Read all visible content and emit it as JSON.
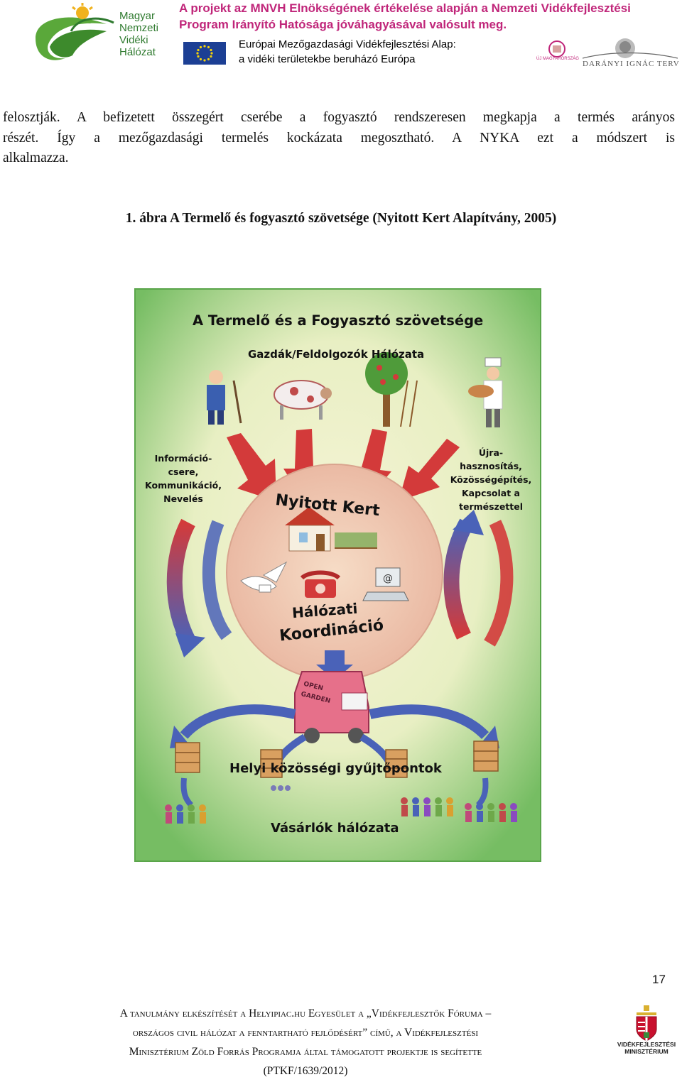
{
  "header": {
    "logo_text": [
      "Magyar",
      "Nemzeti",
      "Vidéki",
      "Hálózat"
    ],
    "project_line_1": "A projekt az MNVH Elnökségének értékelése alapján a Nemzeti Vidékfejlesztési",
    "project_line_2": "Program Irányító Hatósága jóváhagyásával valósult meg.",
    "eu_line_1": "Európai Mezőgazdasági Vidékfejlesztési Alap:",
    "eu_line_2": "a vidéki területekbe beruházó Európa",
    "uj_magyarorszag": "ÚJ MAGYARORSZÁG",
    "daranyi": "DARÁNYI IGNÁC TERV"
  },
  "body": {
    "lines": [
      "felosztják. A befizetett összegért cserébe a fogyasztó rendszeresen megkapja a termés arányos",
      "részét. Így a mezőgazdasági termelés kockázata megosztható. A NYKA ezt a módszert is",
      "alkalmazza."
    ],
    "caption": "1. ábra A Termelő és fogyasztó szövetsége (Nyitott Kert Alapítvány, 2005)"
  },
  "figure": {
    "title": "A Termelő és a Fogyasztó szövetsége",
    "subtitle": "Gazdák/Feldolgozók Hálózata",
    "left_label": [
      "Információ-",
      "csere,",
      "Kommunikáció,",
      "Nevelés"
    ],
    "right_label": [
      "Újra-",
      "hasznosítás,",
      "Közösségépítés,",
      "Kapcsolat a",
      "természettel"
    ],
    "center_top": "Nyitott Kert",
    "center_bottom_1": "Hálózati",
    "center_bottom_2": "Koordináció",
    "van_text_1": "OPEN",
    "van_text_2": "GARDEN",
    "collection": "Helyi közösségi gyűjtőpontok",
    "buyers": "Vásárlók hálózata"
  },
  "page_number": "17",
  "footer": {
    "lines": [
      "A tanulmány elkészítését a Helyipiac.hu Egyesület a „Vidékfejlesztők Fóruma –",
      "országos civil hálózat a fenntartható fejlődésért” című, a Vidékfejlesztési",
      "Minisztérium Zöld Forrás Programja által támogatott projektje is segítette"
    ],
    "code": "(PTKF/1639/2012)",
    "ministry": [
      "VIDÉKFEJLESZTÉSI",
      "MINISZTÉRIUM"
    ]
  },
  "colors": {
    "accent_magenta": "#c0267a",
    "logo_green": "#2f7a2f",
    "figure_green": "#7cc36a",
    "arrow_red": "#d33a3a",
    "arrow_blue": "#4a62b8"
  }
}
